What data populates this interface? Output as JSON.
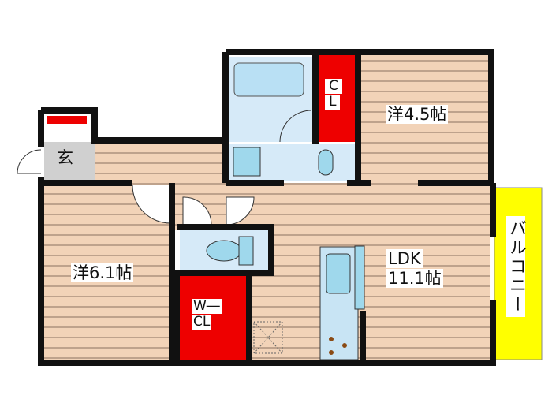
{
  "rooms": {
    "entrance": "玄",
    "western_room_1": "洋6.1帖",
    "western_room_2": "洋4.5帖",
    "ldk_name": "LDK",
    "ldk_size": "11.1帖",
    "walk_in_closet_line1": "W―",
    "walk_in_closet_line2": "CL",
    "closet_line1": "C",
    "closet_line2": "L",
    "balcony": "バルコニー"
  },
  "colors": {
    "floor": "#f2d3b8",
    "stripe": "#9c8270",
    "storage": "#ee0000",
    "wet": "#d6eaf8",
    "balcony": "#ffff00",
    "entrance": "#d0d0d0",
    "wall": "#111111"
  }
}
